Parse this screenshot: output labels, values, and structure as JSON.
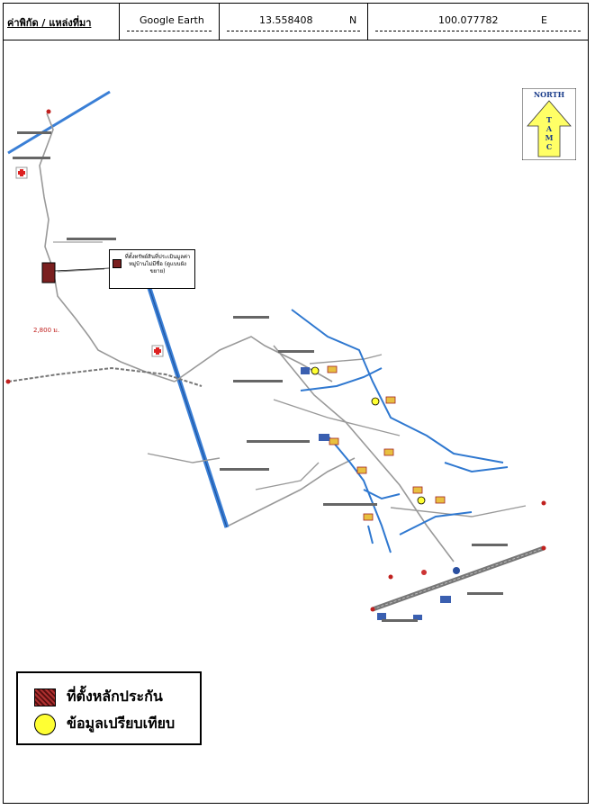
{
  "header": {
    "label": "ค่าพิกัด / แหล่งที่มา",
    "source": "Google Earth",
    "latitude": "13.558408",
    "lat_dir": "N",
    "longitude": "100.077782",
    "lon_dir": "E"
  },
  "north_arrow": {
    "north": "NORTH",
    "letters": "TAMC"
  },
  "callout": {
    "text": "ที่ตั้งทรัพย์สินที่ประเมินมูลค่า หมู่บ้านไม่มีชื่อ (ดูแบบผังขยาย)"
  },
  "distance_label": "2,800 ม.",
  "legend": {
    "items": [
      {
        "label": "ที่ตั้งหลักประกัน",
        "color": "#7a1f1f"
      },
      {
        "label": "ข้อมูลเปรียบเทียบ",
        "color": "#ffff33"
      }
    ]
  },
  "colors": {
    "road": "#3a7fd6",
    "canal": "#2f78d0",
    "subject": "#7a1f1f",
    "comparable": "#ffff33"
  }
}
